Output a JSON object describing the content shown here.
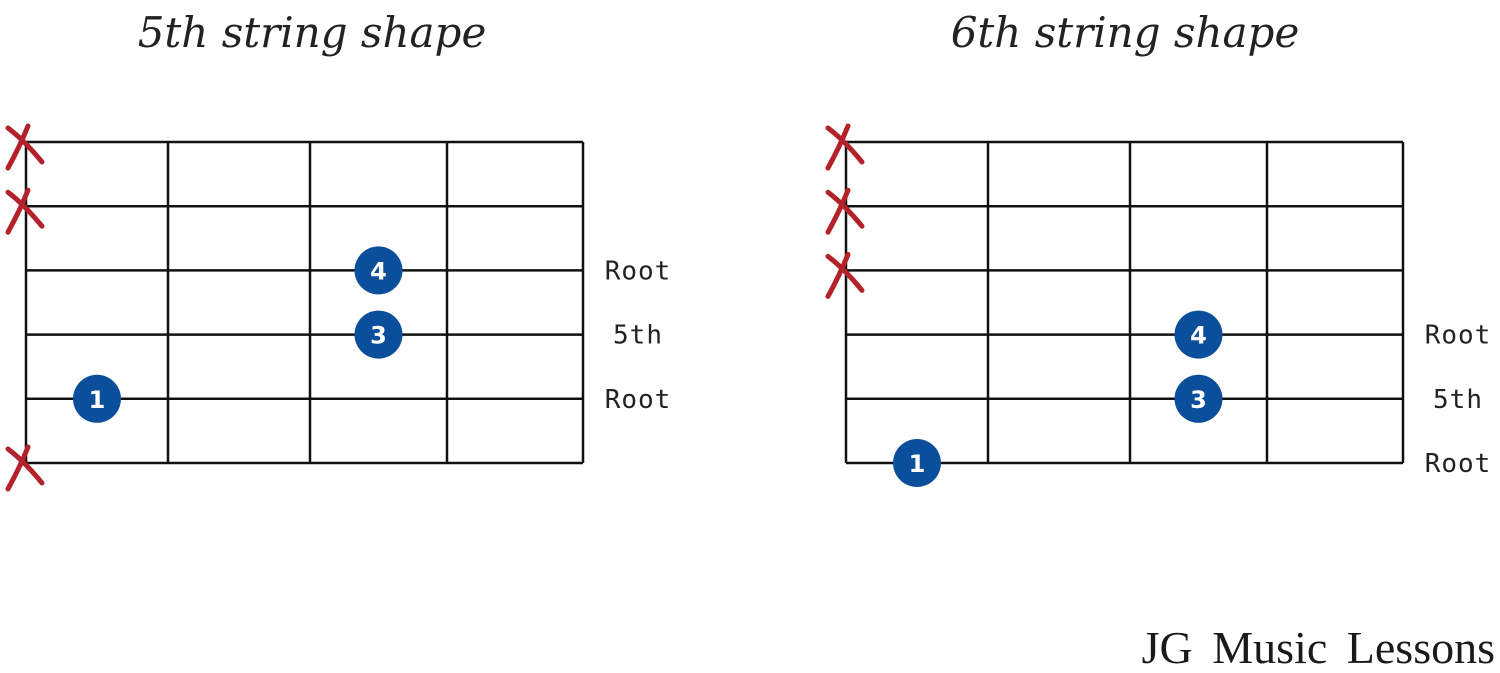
{
  "diagrams": [
    {
      "title": "5th string shape",
      "strings": 6,
      "frets": 4,
      "muted_strings": [
        1,
        2,
        6
      ],
      "fingers": [
        {
          "string": 3,
          "fret": 3,
          "finger": "4"
        },
        {
          "string": 4,
          "fret": 3,
          "finger": "3"
        },
        {
          "string": 5,
          "fret": 1,
          "finger": "1"
        }
      ],
      "interval_labels": [
        {
          "string": 3,
          "text": "Root"
        },
        {
          "string": 4,
          "text": "5th"
        },
        {
          "string": 5,
          "text": "Root"
        }
      ]
    },
    {
      "title": "6th string shape",
      "strings": 6,
      "frets": 4,
      "muted_strings": [
        1,
        2,
        3
      ],
      "fingers": [
        {
          "string": 4,
          "fret": 3,
          "finger": "4"
        },
        {
          "string": 5,
          "fret": 3,
          "finger": "3"
        },
        {
          "string": 6,
          "fret": 1,
          "finger": "1"
        }
      ],
      "interval_labels": [
        {
          "string": 4,
          "text": "Root"
        },
        {
          "string": 5,
          "text": "5th"
        },
        {
          "string": 6,
          "text": "Root"
        }
      ]
    }
  ],
  "brand": "JG Music Lessons",
  "colors": {
    "mute": "#b3212a",
    "finger_dot": "#0b4f9c",
    "lines": "#111111"
  }
}
